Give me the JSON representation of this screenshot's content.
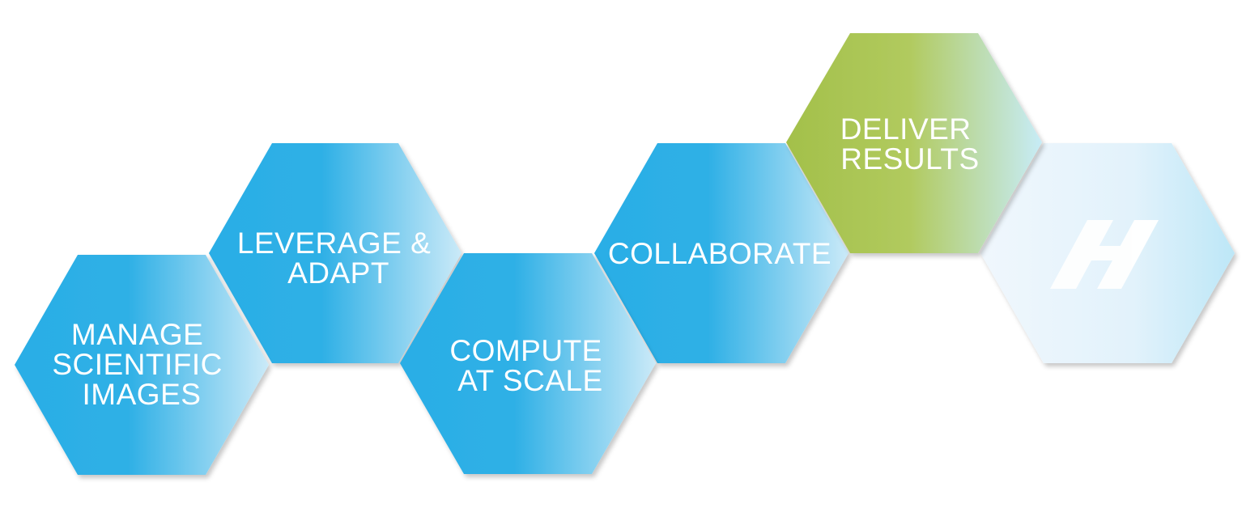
{
  "hexagons": [
    {
      "id": "manage",
      "lines": [
        "MANAGE",
        "SCIENTIFIC",
        "IMAGES"
      ],
      "fill": "blue",
      "label_color": "#ffffff"
    },
    {
      "id": "leverage",
      "lines": [
        "LEVERAGE &",
        "ADAPT"
      ],
      "fill": "blue",
      "label_color": "#ffffff"
    },
    {
      "id": "compute",
      "lines": [
        "COMPUTE",
        "AT SCALE"
      ],
      "fill": "blue",
      "label_color": "#ffffff"
    },
    {
      "id": "collaborate",
      "lines": [
        "COLLABORATE"
      ],
      "fill": "blue",
      "label_color": "#ffffff"
    },
    {
      "id": "deliver",
      "lines": [
        "DELIVER",
        "RESULTS"
      ],
      "fill": "green",
      "label_color": "#ffffff"
    },
    {
      "id": "logo",
      "lines": [],
      "fill": "pale",
      "icon": "logo-mark-icon"
    }
  ],
  "colors": {
    "blue_start": "#2aaee6",
    "blue_end": "#c6e8f8",
    "green_start": "#a6c24a",
    "green_end": "#cdeef6",
    "pale_start": "#eef6fc",
    "pale_end": "#c4e9f8",
    "text": "#ffffff"
  }
}
